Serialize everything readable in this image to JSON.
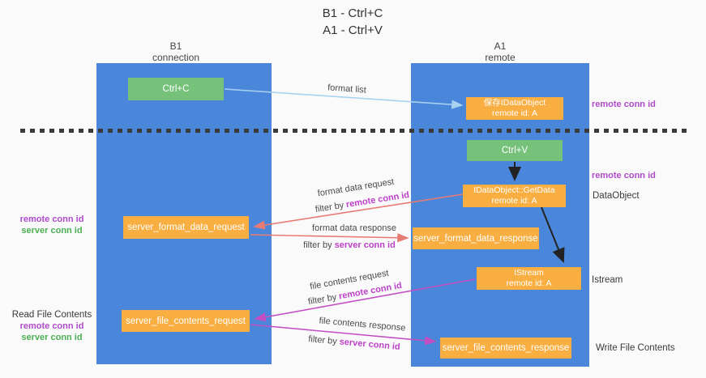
{
  "title": {
    "line1": "B1 - Ctrl+C",
    "line2": "A1 - Ctrl+V"
  },
  "columns": {
    "left": {
      "name": "B1",
      "subtitle": "connection"
    },
    "right": {
      "name": "A1",
      "subtitle": "remote"
    }
  },
  "boxes": {
    "ctrl_c": {
      "label": "Ctrl+C"
    },
    "save_idataobject": {
      "line1": "保存IDataObject",
      "line2": "remote id: A"
    },
    "ctrl_v": {
      "label": "Ctrl+V"
    },
    "getdata": {
      "line1": "IDataObject::GetData",
      "line2": "remote id: A"
    },
    "server_format_data_request": {
      "label": "server_format_data_request"
    },
    "server_format_data_response": {
      "label": "server_format_data_response"
    },
    "istream": {
      "line1": "IStream",
      "line2": "remote id: A"
    },
    "server_file_contents_request": {
      "label": "server_file_contents_request"
    },
    "server_file_contents_response": {
      "label": "server_file_contents_response"
    }
  },
  "flow_labels": {
    "format_list": {
      "title": "format list"
    },
    "format_data_request": {
      "title": "format data request",
      "filter_prefix": "filter by",
      "filter_key": "remote conn id"
    },
    "format_data_response": {
      "title": "format data response",
      "filter_prefix": "filter by",
      "filter_key": "server conn id"
    },
    "file_contents_request": {
      "title": "file contents request",
      "filter_prefix": "filter by",
      "filter_key": "remote conn id"
    },
    "file_contents_response": {
      "title": "file contents response",
      "filter_prefix": "filter by",
      "filter_key": "server conn id"
    }
  },
  "side_labels": {
    "remote_conn_id_top": "remote conn id",
    "remote_conn_id_mid": "remote conn id",
    "dataobject": "DataObject",
    "left_mid_remote": "remote conn id",
    "left_mid_server": "server conn id",
    "istream": "Istream",
    "read_file_contents": "Read File Contents",
    "left_bottom_remote": "remote conn id",
    "left_bottom_server": "server conn id",
    "write_file_contents": "Write File Contents"
  },
  "colors": {
    "lifeline_blue": "#4a86d9",
    "box_green": "#77c27a",
    "box_orange": "#f9ae42",
    "accent_purple": "#ae4bc8",
    "accent_green": "#4cae52",
    "arrow_salmon": "#e87a74",
    "arrow_magenta": "#c44fc4",
    "arrow_lightblue": "#a8d3f0",
    "arrow_black": "#222222",
    "background": "#fafafa"
  }
}
